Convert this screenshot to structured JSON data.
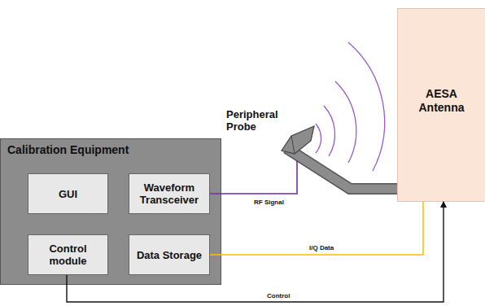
{
  "diagram": {
    "nodes": [
      {
        "text": [
          "Calibration Equipment"
        ]
      },
      {
        "text": [
          "GUI"
        ],
        "in": 0
      },
      {
        "text": [
          "Waveform Transceiver"
        ],
        "in": 0
      },
      {
        "text": [
          "Control module"
        ],
        "in": 0
      },
      {
        "text": [
          "Data Storage"
        ],
        "in": 0
      },
      {
        "text": [
          "Peripheral Probe"
        ]
      },
      {
        "text": [
          "AESA Antenna"
        ]
      }
    ],
    "edges": [
      {
        "from": 2,
        "to": 5,
        "label": "RF Signal",
        "arrow": "none"
      },
      {
        "from": 4,
        "to": 6,
        "label": "I/Q Data",
        "arrow": "none"
      },
      {
        "from": 3,
        "to": 6,
        "label": "Control",
        "arrow": "to"
      }
    ]
  }
}
